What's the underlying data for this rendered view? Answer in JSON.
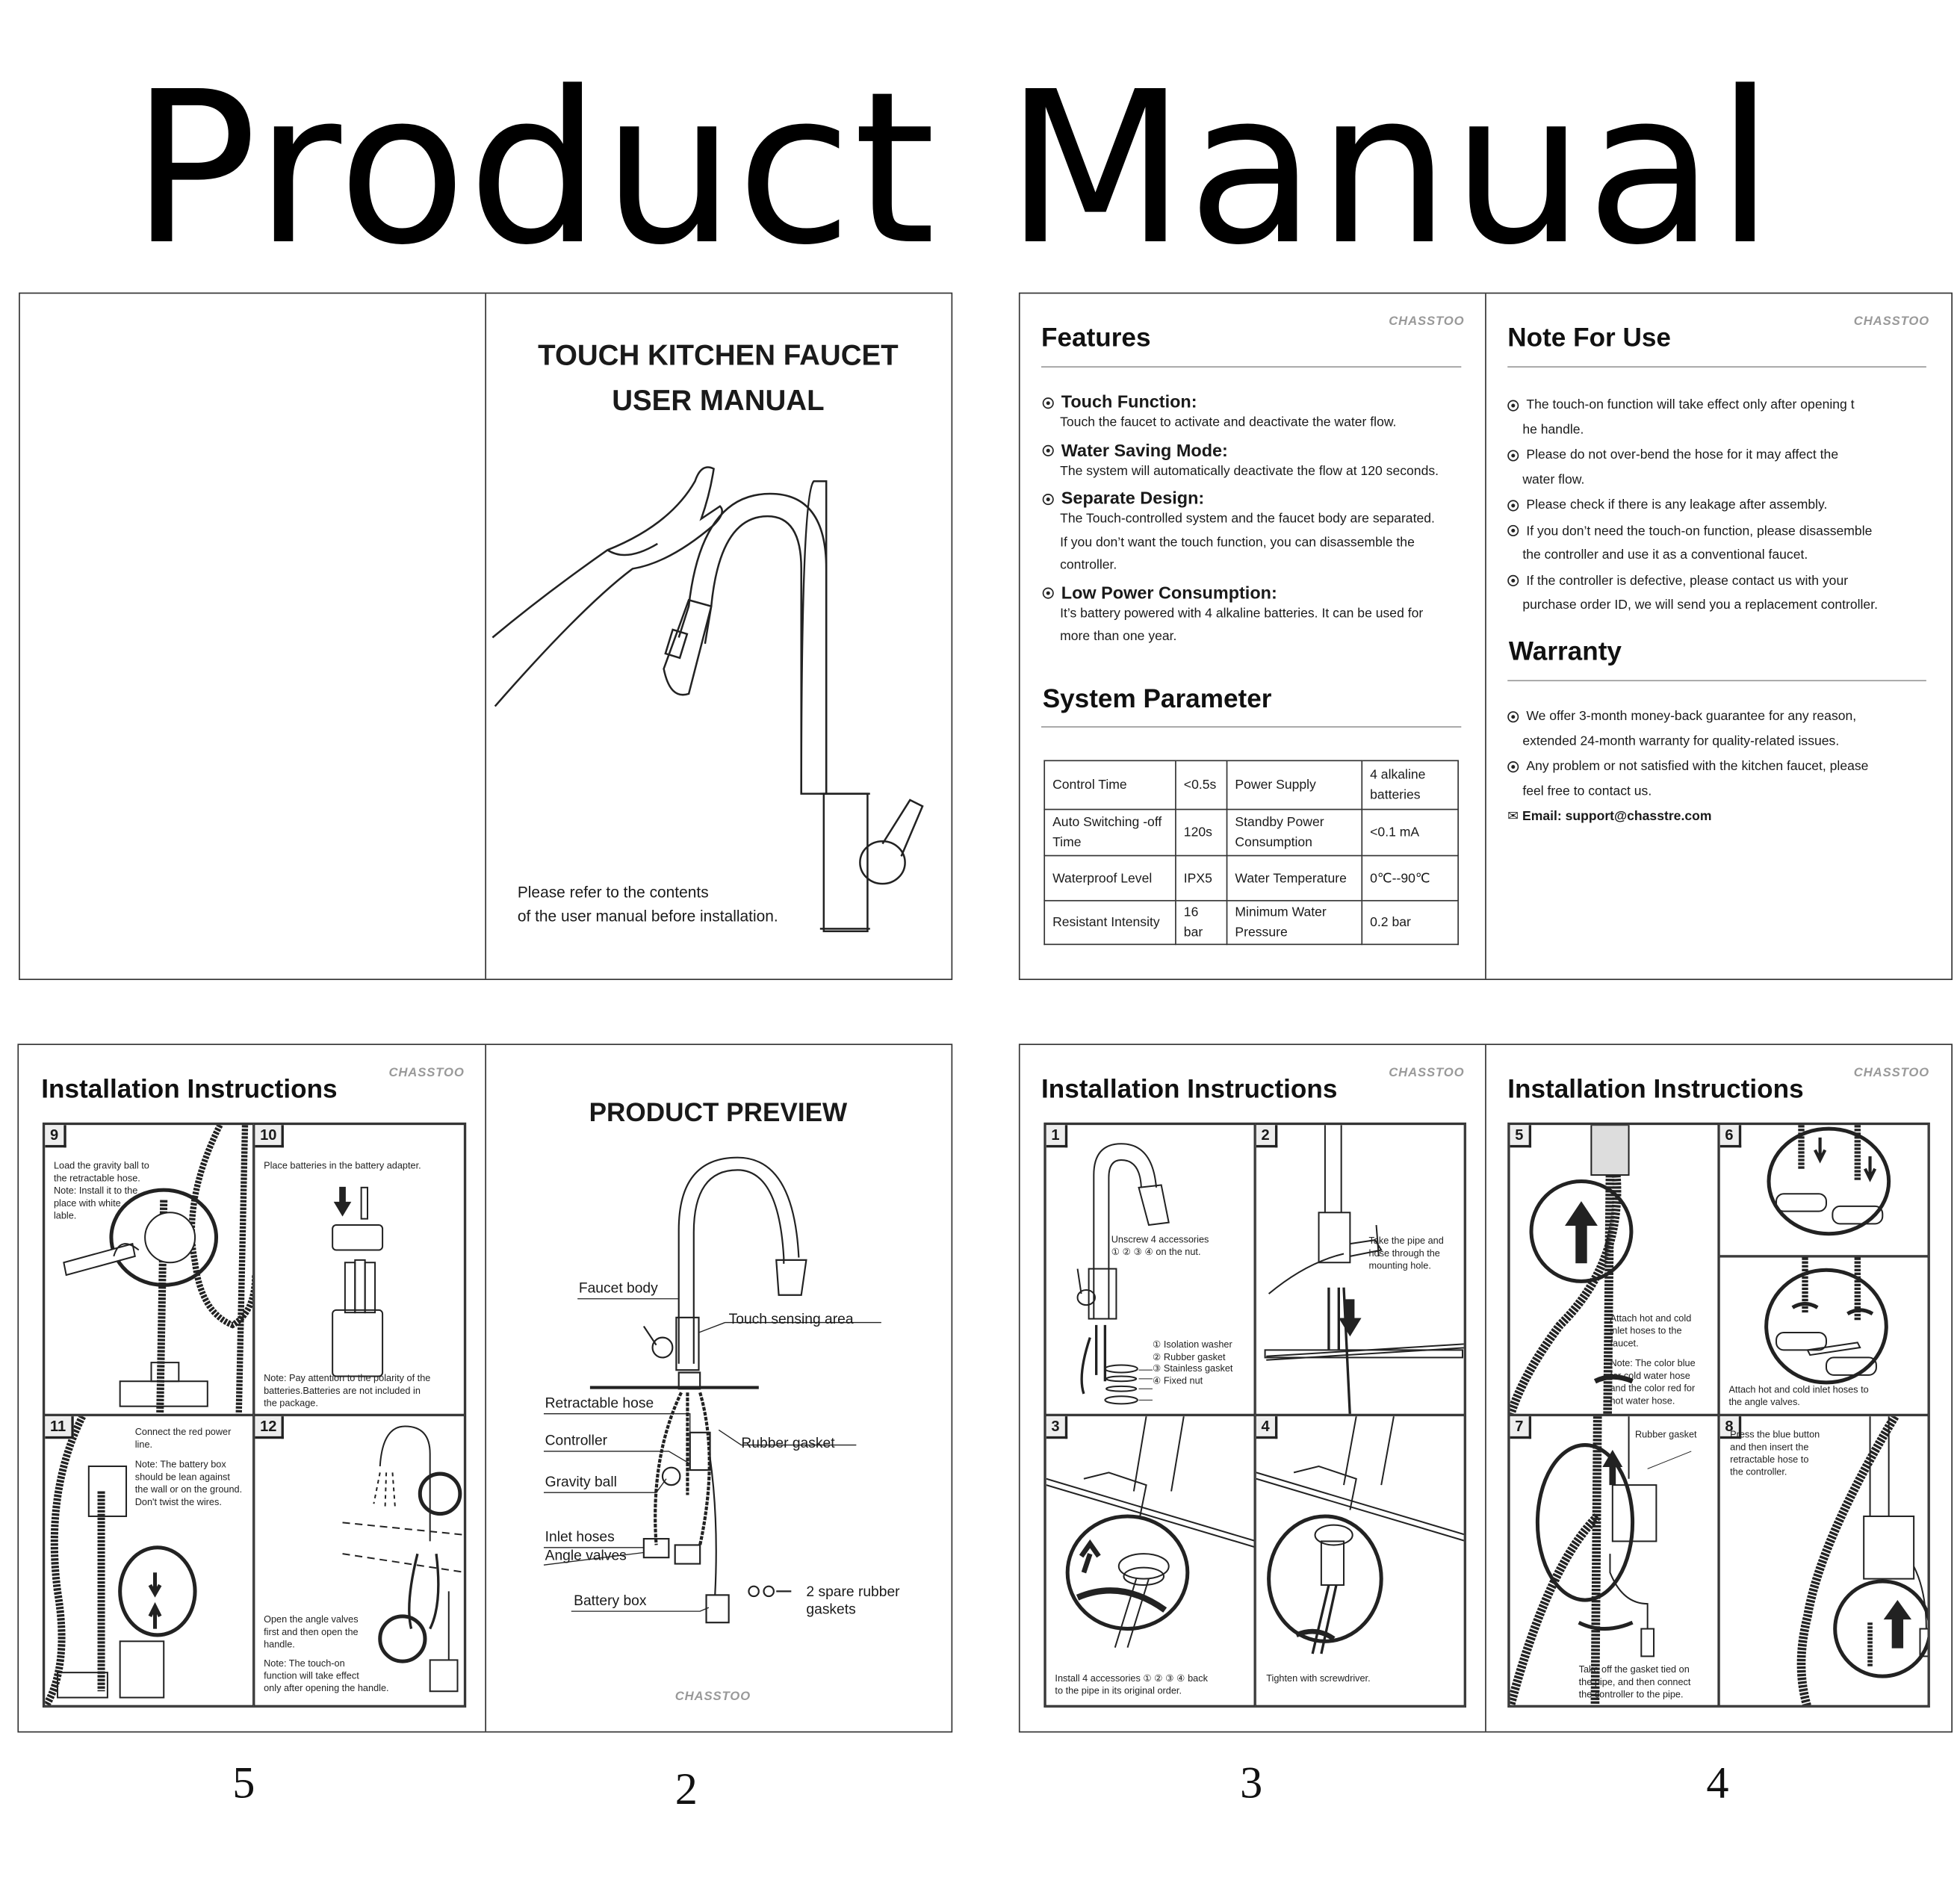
{
  "title": "Product Manual",
  "brand": "CHASSTOO",
  "page_numbers": [
    "5",
    "2",
    "3",
    "4"
  ],
  "cover": {
    "heading_line1": "TOUCH KITCHEN FAUCET",
    "heading_line2": "USER MANUAL",
    "note": "Please refer to the contents\nof the user manual before installation."
  },
  "features": {
    "title": "Features",
    "items": [
      {
        "title": "Touch Function:",
        "text": "Touch the faucet to activate and deactivate the water flow."
      },
      {
        "title": "Water Saving Mode:",
        "text": "The system will automatically deactivate the flow at 120 seconds."
      },
      {
        "title": "Separate Design:",
        "text": "The Touch-controlled system and the faucet body are separated.\nIf you don’t want the touch function, you can disassemble the\ncontroller."
      },
      {
        "title": "Low Power Consumption:",
        "text": "It’s battery powered with 4 alkaline batteries. It can be used for\nmore than one year."
      }
    ]
  },
  "system_parameter": {
    "title": "System Parameter",
    "rows": [
      [
        "Control Time",
        "<0.5s",
        "Power Supply",
        "4 alkaline batteries"
      ],
      [
        "Auto Switching -off Time",
        "120s",
        "Standby Power Consumption",
        "<0.1 mA"
      ],
      [
        "Waterproof Level",
        "IPX5",
        "Water Temperature",
        "0℃--90℃"
      ],
      [
        "Resistant Intensity",
        "16 bar",
        "Minimum Water Pressure",
        "0.2 bar"
      ]
    ]
  },
  "note_for_use": {
    "title": "Note For Use",
    "items": [
      "The touch-on function will take effect only after opening t\nhe handle.",
      "Please do not over-bend the hose for it may affect the\nwater flow.",
      "Please check if there is any leakage after assembly.",
      "If you don’t need the touch-on function, please disassemble\nthe controller and use it as a conventional faucet.",
      "If the controller is defective, please contact us with your\npurchase order ID, we will send you a replacement controller."
    ]
  },
  "warranty": {
    "title": "Warranty",
    "items": [
      "We offer 3-month money-back guarantee for any reason,\nextended 24-month warranty for quality-related issues.",
      "Any problem or not satisfied with the kitchen faucet, please\nfeel free to contact us."
    ],
    "email": "Email: support@chasstre.com"
  },
  "install_title": "Installation Instructions",
  "steps": {
    "s1": {
      "num": "1",
      "text": "Unscrew 4 accessories\n① ② ③ ④ on the nut.",
      "parts": [
        "① Isolation washer",
        "② Rubber gasket",
        "③ Stainless gasket",
        "④ Fixed nut"
      ]
    },
    "s2": {
      "num": "2",
      "text": "Take the pipe and\nhose through the\nmounting hole."
    },
    "s3": {
      "num": "3",
      "text": "Install 4 accessories ① ② ③ ④ back\nto the pipe in its original order."
    },
    "s4": {
      "num": "4",
      "text": "Tighten with screwdriver."
    },
    "s5": {
      "num": "5",
      "text": "Attach hot and cold\ninlet hoses to the\nfaucet.",
      "note": "Note: The color blue\nfor cold water hose\nand the color red for\nhot water hose."
    },
    "s6": {
      "num": "6",
      "text": "Attach hot and cold inlet hoses to\nthe angle valves."
    },
    "s7": {
      "num": "7",
      "label": "Rubber gasket",
      "text": "Take off the gasket tied on\nthe pipe, and then connect\nthe controller to the pipe."
    },
    "s8": {
      "num": "8",
      "text": "Press the blue button\nand then insert the\nretractable hose to\nthe controller."
    },
    "s9": {
      "num": "9",
      "text": "Load the gravity ball to\nthe retractable hose.\nNote: Install it to the\nplace with white\nlable."
    },
    "s10": {
      "num": "10",
      "text": "Place batteries in the battery adapter.",
      "note": "Note: Pay attention to the polarity of the\nbatteries.Batteries are not included in\nthe package."
    },
    "s11": {
      "num": "11",
      "text": "Connect the red power\nline.",
      "note": "Note: The battery box\nshould be lean against\nthe wall or on the ground.\nDon't twist the wires."
    },
    "s12": {
      "num": "12",
      "text": "Open the angle valves\nfirst and then open the\nhandle.",
      "note": "Note: The touch-on\nfunction will take effect\nonly after opening the handle."
    }
  },
  "preview": {
    "title": "PRODUCT PREVIEW",
    "labels": {
      "faucet_body": "Faucet body",
      "touch_area": "Touch sensing area",
      "retractable_hose": "Retractable hose",
      "controller": "Controller",
      "rubber_gasket": "Rubber gasket",
      "gravity_ball": "Gravity ball",
      "inlet_hoses": "Inlet hoses",
      "angle_valves": "Angle valves",
      "battery_box": "Battery box",
      "spare_gaskets": "2 spare rubber\ngaskets"
    }
  }
}
